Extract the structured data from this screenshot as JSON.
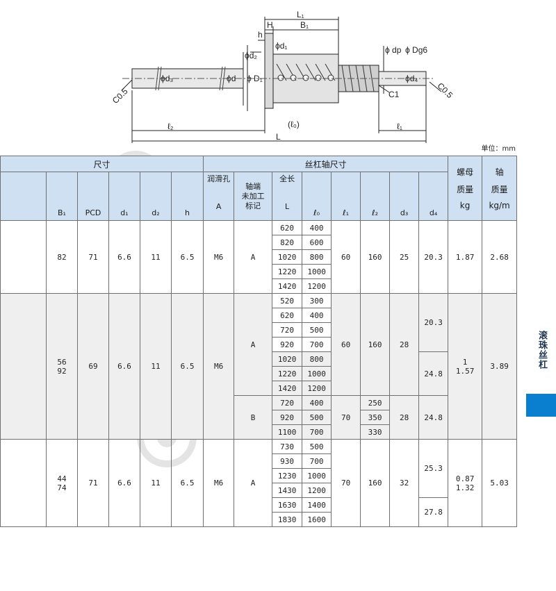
{
  "drawing": {
    "labels": {
      "L1": "L₁",
      "H": "H",
      "B1": "B₁",
      "h": "h",
      "d1": "ϕd₁",
      "d2": "ϕd₂",
      "D1": "ϕ D₁",
      "dp": "ϕ dp",
      "Dg6": "ϕ Dg6",
      "d3": "ϕd₃",
      "d": "ϕd",
      "d4": "ϕd₄",
      "C05_left": "C0.5",
      "C05_right": "C0.5",
      "C1": "C1",
      "l2": "ℓ₂",
      "l0": "(ℓ₀)",
      "l1": "ℓ₁",
      "L": "L"
    }
  },
  "unit_label": "单位：mm",
  "side_label": "滚珠丝杠",
  "header": {
    "group_size": "尺寸",
    "group_shaft": "丝杠轴尺寸",
    "nut_mass": [
      "螺母",
      "质量",
      "kg"
    ],
    "shaft_mass": [
      "轴",
      "质量",
      "kg/m"
    ],
    "lube_top": "润滑孔",
    "shaft_end": [
      "轴端",
      "未加工",
      "标记"
    ],
    "full_len": "全长",
    "cols": {
      "B1": "B₁",
      "PCD": "PCD",
      "d1": "d₁",
      "d2": "d₂",
      "h": "h",
      "A": "A",
      "L": "L",
      "l0": "ℓ₀",
      "l1": "ℓ₁",
      "l2": "ℓ₂",
      "d3": "d₃",
      "d4": "d₄"
    }
  },
  "groups": [
    {
      "B1": "82",
      "PCD": "71",
      "d1": "6.6",
      "d2": "11",
      "h": "6.5",
      "A": "M6",
      "end": "A",
      "l1": "60",
      "l2": "160",
      "d3": "25",
      "d4": "20.3",
      "nut_mass": "1.87",
      "shaft_mass": "2.68",
      "rows": [
        [
          "620",
          "400"
        ],
        [
          "820",
          "600"
        ],
        [
          "1020",
          "800"
        ],
        [
          "1220",
          "1000"
        ],
        [
          "1420",
          "1200"
        ]
      ]
    },
    {
      "B1a": "56",
      "B1b": "92",
      "PCD": "69",
      "d1": "6.6",
      "d2": "11",
      "h": "6.5",
      "A": "M6",
      "nut_mass_a": "1",
      "nut_mass_b": "1.57",
      "shaft_mass": "3.89",
      "subA": {
        "end": "A",
        "l1": "60",
        "l2": "160",
        "d3": "28",
        "d4_top": "20.3",
        "d4_bottom": "24.8",
        "rows": [
          [
            "520",
            "300"
          ],
          [
            "620",
            "400"
          ],
          [
            "720",
            "500"
          ],
          [
            "920",
            "700"
          ],
          [
            "1020",
            "800"
          ],
          [
            "1220",
            "1000"
          ],
          [
            "1420",
            "1200"
          ]
        ]
      },
      "subB": {
        "end": "B",
        "l1": "70",
        "d3": "28",
        "d4": "24.8",
        "rows": [
          [
            "720",
            "400",
            "250"
          ],
          [
            "920",
            "500",
            "350"
          ],
          [
            "1100",
            "700",
            "330"
          ]
        ]
      }
    },
    {
      "B1a": "44",
      "B1b": "74",
      "PCD": "71",
      "d1": "6.6",
      "d2": "11",
      "h": "6.5",
      "A": "M6",
      "end": "A",
      "l1": "70",
      "l2": "160",
      "d3": "32",
      "d4_top": "25.3",
      "d4_bottom": "27.8",
      "nut_mass_a": "0.87",
      "nut_mass_b": "1.32",
      "shaft_mass": "5.03",
      "rows": [
        [
          "730",
          "500"
        ],
        [
          "930",
          "700"
        ],
        [
          "1230",
          "1000"
        ],
        [
          "1430",
          "1200"
        ],
        [
          "1630",
          "1400"
        ],
        [
          "1830",
          "1600"
        ]
      ]
    }
  ]
}
